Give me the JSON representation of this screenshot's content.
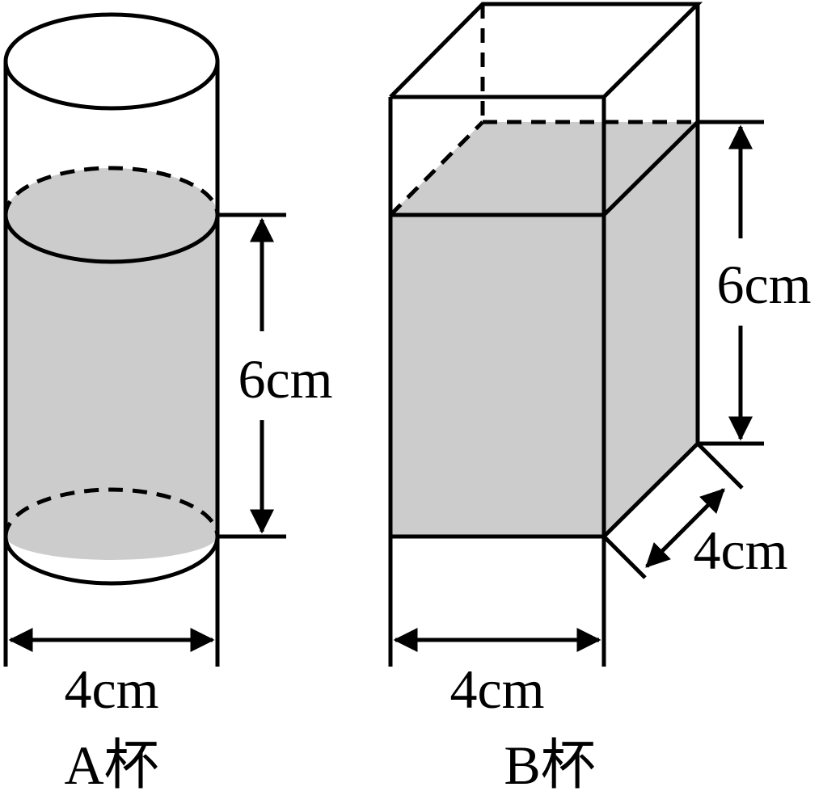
{
  "cup_a": {
    "caption": "A杯",
    "shape": "cylinder",
    "water_height_label": "6cm",
    "diameter_label": "4cm"
  },
  "cup_b": {
    "caption": "B杯",
    "shape": "rectangular-prism",
    "water_height_label": "6cm",
    "width_label": "4cm",
    "depth_label": "4cm"
  },
  "colors": {
    "water_fill": "#cccccc",
    "stroke": "#000000",
    "background": "#ffffff"
  }
}
